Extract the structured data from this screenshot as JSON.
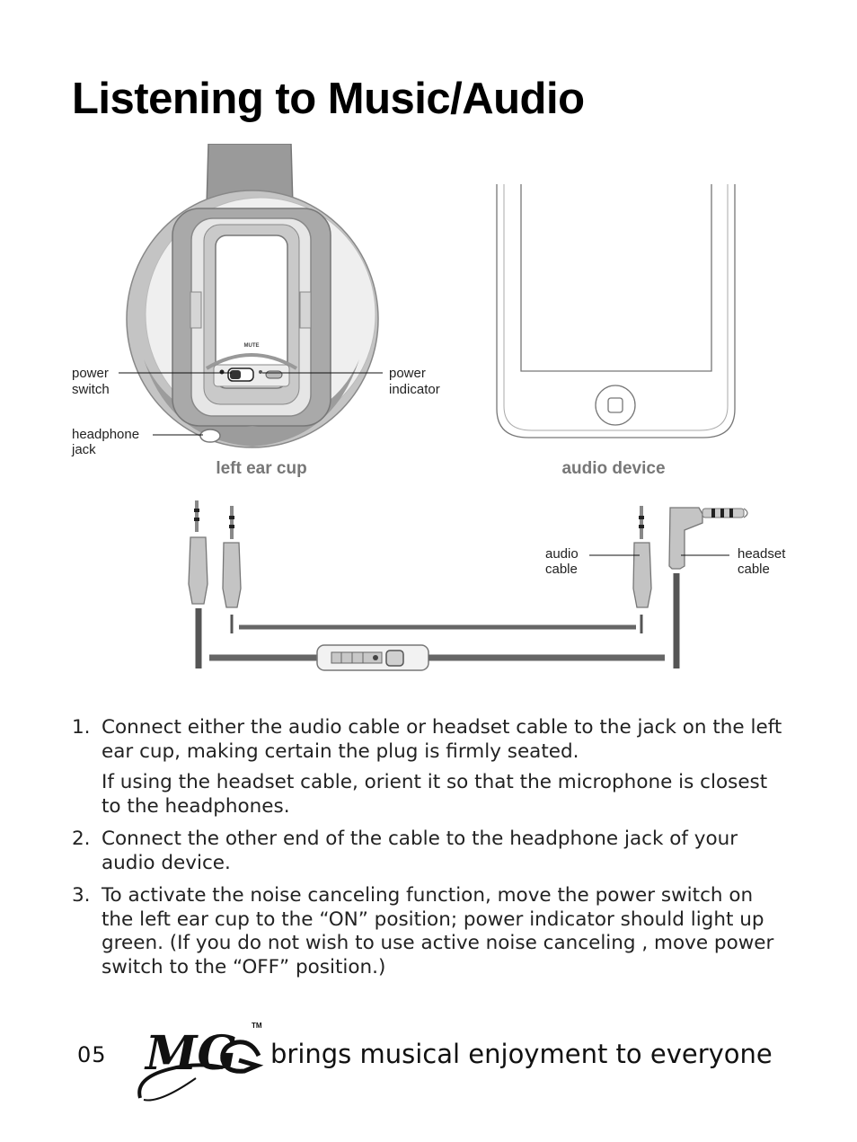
{
  "page": {
    "title": "Listening to Music/Audio",
    "page_number": "05"
  },
  "figure": {
    "labels": {
      "power_switch": [
        "power",
        "switch"
      ],
      "power_indicator": [
        "power",
        "indicator"
      ],
      "headphone_jack": [
        "headphone",
        "jack"
      ],
      "mute": "MUTE",
      "audio_cable": [
        "audio",
        "cable"
      ],
      "headset_cable": [
        "headset",
        "cable"
      ]
    },
    "captions": {
      "left_ear_cup": "left ear cup",
      "audio_device": "audio device"
    }
  },
  "steps": [
    {
      "number": "1.",
      "text": "Connect either the audio cable or headset cable to the jack on the left ear cup, making certain the plug is firmly seated.",
      "subtext": "If using the headset cable, orient it so that the microphone is closest to the headphones."
    },
    {
      "number": "2.",
      "text": "Connect the other end of the cable to the headphone jack of your audio device."
    },
    {
      "number": "3.",
      "text": "To activate the noise canceling function, move the power switch on the left ear cup to the “ON” position; power indicator should light up green. (If you do not wish to use active noise canceling , move power switch to the “OFF” position.)"
    }
  ],
  "footer": {
    "logo_text": "MG",
    "trademark": "TM",
    "tagline": "brings musical enjoyment to everyone"
  }
}
